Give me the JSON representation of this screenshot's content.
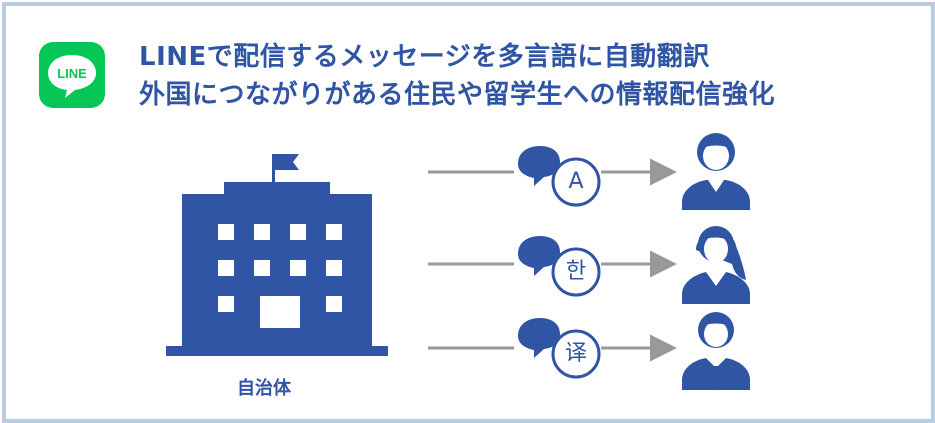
{
  "header": {
    "logo_text": "LINE",
    "title_line1": "LINEで配信するメッセージを多言語に自動翻訳",
    "title_line2": "外国につながりがある住民や留学生への情報配信強化"
  },
  "sender": {
    "label": "自治体",
    "icon": "municipal-building-icon"
  },
  "messages": [
    {
      "glyph": "A",
      "icon": "speech-bubble-icon",
      "recipient_icon": "male-user-icon"
    },
    {
      "glyph": "한",
      "icon": "speech-bubble-icon",
      "recipient_icon": "female-user-icon"
    },
    {
      "glyph": "译",
      "icon": "speech-bubble-icon",
      "recipient_icon": "businessman-user-icon"
    }
  ],
  "colors": {
    "accent": "#2f55a4",
    "line_green": "#06c755",
    "frame": "#b8cce4",
    "arrow": "#999999"
  }
}
